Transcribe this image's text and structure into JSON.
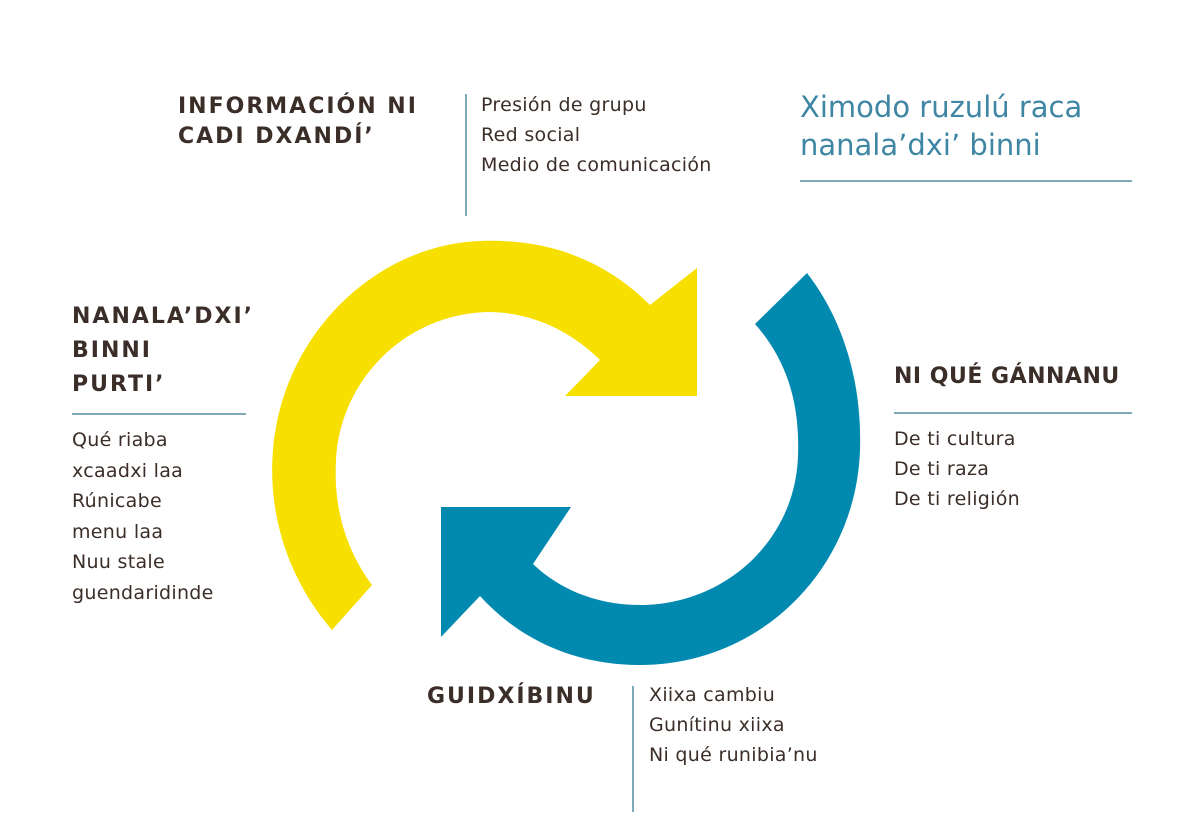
{
  "title": {
    "line1": "Ximodo ruzulú raca",
    "line2": "nanala’dxi’ binni"
  },
  "colors": {
    "yellow_arrow": "#f7df00",
    "blue_arrow": "#0289b0",
    "heading_text": "#3b2e28",
    "title_text": "#3f86a4",
    "rule": "#7fa8b8"
  },
  "sections": {
    "informacion": {
      "heading_line1": "INFORMACIÓN NI",
      "heading_line2": "CADI DXANDÍ’",
      "items": [
        "Presión de grupu",
        "Red social",
        "Medio de comunicación"
      ]
    },
    "nanaladxi": {
      "heading_line1": "NANALA’DXI’",
      "heading_line2": "BINNI",
      "heading_line3": "PURTI’",
      "items": [
        "Qué riaba",
        "xcaadxi laa",
        "Rúnicabe",
        "menu laa",
        "Nuu stale",
        "guendaridinde"
      ]
    },
    "nique": {
      "heading": "NI QUÉ GÁNNANU",
      "items": [
        "De ti cultura",
        "De ti raza",
        "De ti religión"
      ]
    },
    "guidxibinu": {
      "heading": "GUIDXÍBINU",
      "items": [
        "Xiixa cambiu",
        "Gunítinu xiixa",
        "Ni qué runibia’nu"
      ]
    }
  },
  "diagram": {
    "arrows": [
      {
        "name": "yellow-cycle-arrow",
        "color": "#f7df00",
        "direction": "clockwise-top"
      },
      {
        "name": "blue-cycle-arrow",
        "color": "#0289b0",
        "direction": "clockwise-bottom"
      }
    ]
  }
}
